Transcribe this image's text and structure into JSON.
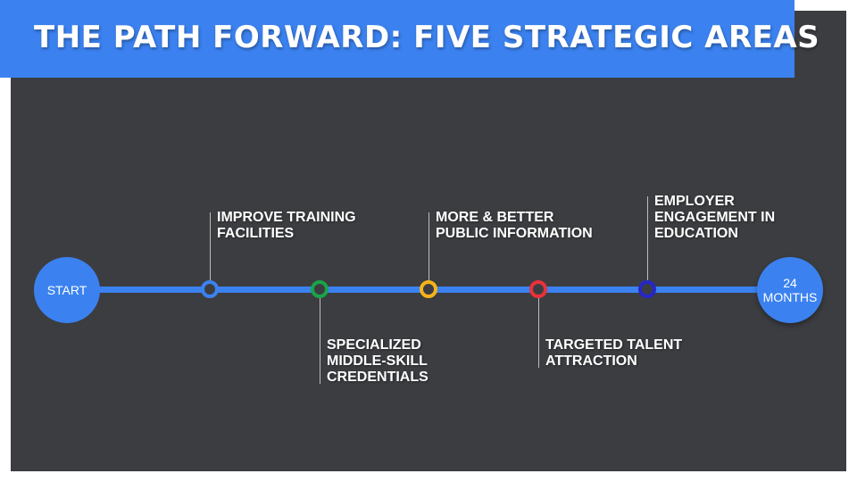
{
  "title": "THE PATH FORWARD: FIVE STRATEGIC AREAS",
  "timeline": {
    "start_label": "START",
    "end_label_line1": "24",
    "end_label_line2": "MONTHS",
    "accent_color": "#3b82f0",
    "milestones": [
      {
        "line1": "IMPROVE TRAINING",
        "line2": "FACILITIES",
        "line3": "",
        "color": "#3b82f0",
        "position": "above"
      },
      {
        "line1": "SPECIALIZED",
        "line2": "MIDDLE-SKILL",
        "line3": "CREDENTIALS",
        "color": "#1aa34a",
        "position": "below"
      },
      {
        "line1": "MORE & BETTER",
        "line2": "PUBLIC INFORMATION",
        "line3": "",
        "color": "#f5b31b",
        "position": "above"
      },
      {
        "line1": "TARGETED TALENT",
        "line2": "ATTRACTION",
        "line3": "",
        "color": "#e8323a",
        "position": "below"
      },
      {
        "line1": "EMPLOYER",
        "line2": "ENGAGEMENT IN",
        "line3": "EDUCATION",
        "color": "#2626c9",
        "position": "above"
      }
    ]
  }
}
